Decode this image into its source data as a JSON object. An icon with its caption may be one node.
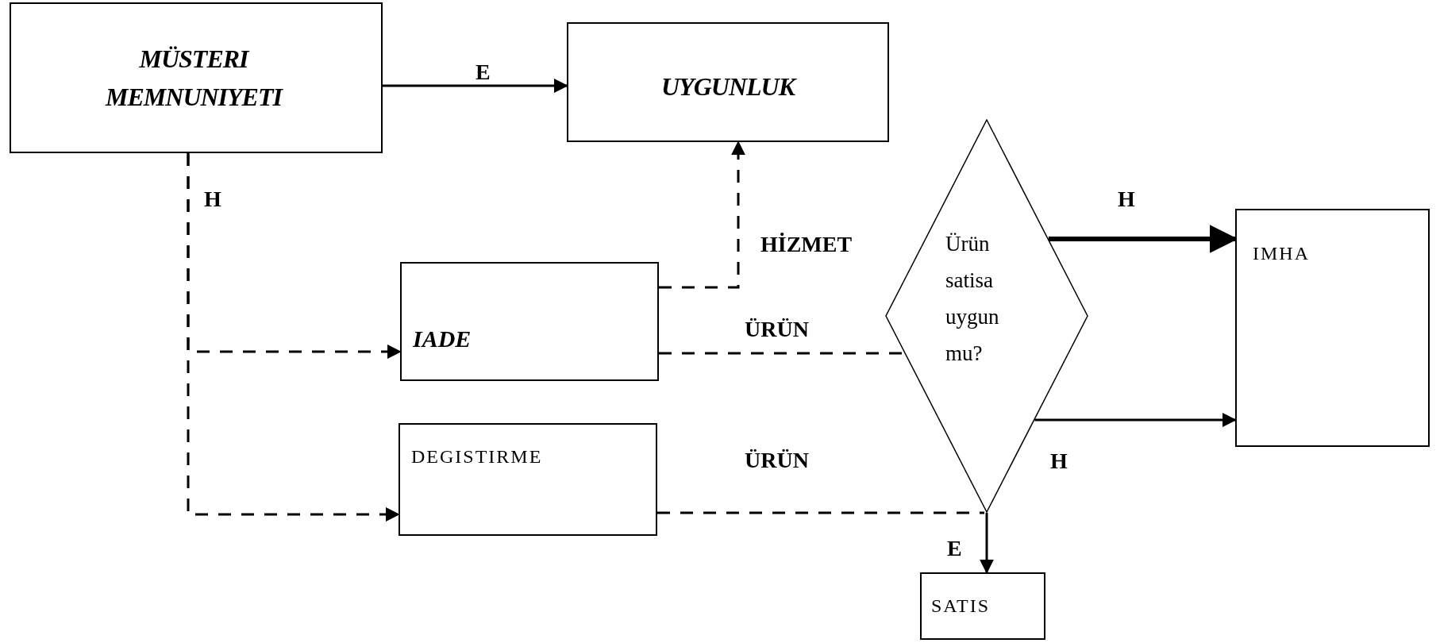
{
  "diagram": {
    "nodes": [
      {
        "text": [
          "MÜSTERI MEMNUNIYETI"
        ]
      },
      {
        "text": [
          "UYGUNLUK"
        ]
      },
      {
        "text": [
          "IADE"
        ]
      },
      {
        "text": [
          "DEGISTIRME"
        ]
      },
      {
        "text": [
          "Ürün satisa uygun mu?"
        ]
      },
      {
        "text": [
          "IMHA"
        ]
      },
      {
        "text": [
          "SATIS"
        ]
      }
    ],
    "edges": [
      {
        "from": 0,
        "to": 1,
        "arrow": "to",
        "label": "E"
      },
      {
        "from": 0,
        "to": 2,
        "arrow": "to",
        "label": "H",
        "style": "dashed"
      },
      {
        "from": 0,
        "to": 3,
        "arrow": "to",
        "style": "dashed"
      },
      {
        "from": 2,
        "to": 4,
        "arrow": "none",
        "label": "ÜRÜN",
        "style": "dashed"
      },
      {
        "from": 3,
        "to": 4,
        "arrow": "none",
        "label": "ÜRÜN",
        "style": "dashed"
      },
      {
        "from": 2,
        "to": 1,
        "arrow": "to",
        "label": "HİZMET",
        "style": "dashed"
      },
      {
        "from": 4,
        "to": 5,
        "arrow": "to",
        "label": "H",
        "style": "thick"
      },
      {
        "from": 4,
        "to": 5,
        "arrow": "to",
        "label": "H"
      },
      {
        "from": 4,
        "to": 6,
        "arrow": "to",
        "label": "E"
      }
    ]
  }
}
